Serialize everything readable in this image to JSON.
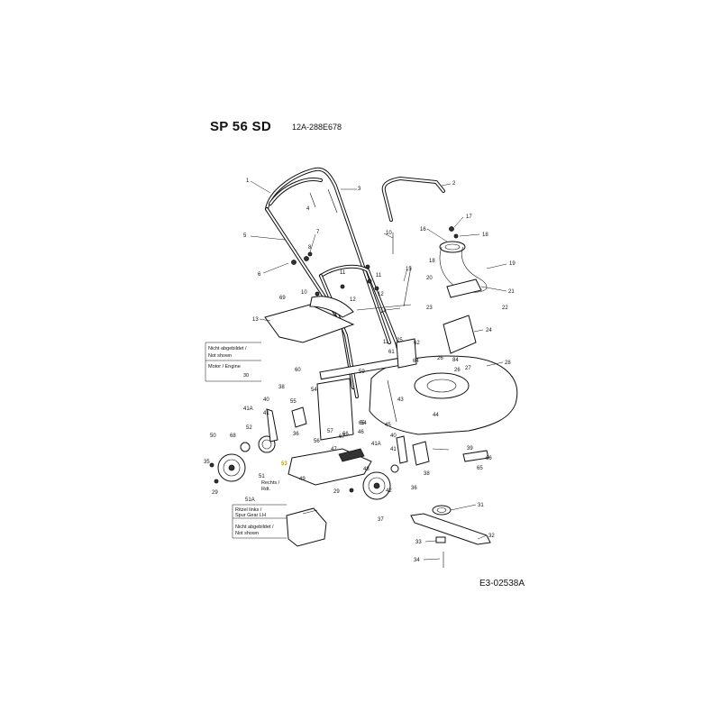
{
  "header": {
    "title": "SP 56 SD",
    "model": "12A-288E678"
  },
  "footer": {
    "doc_number": "E3-02538A"
  },
  "notes": {
    "not_shown_de": "Nicht abgebildet /",
    "not_shown_en": "Not shown",
    "motor": "Motor / Engine",
    "motor_ref": "30",
    "right_de": "Rechts /",
    "right_en": "Rdt.",
    "left_gear_de": "Ritzel links /",
    "left_gear_en": "Spur Gear LH",
    "not_shown2_de": "Nicht abgebildet /",
    "not_shown2_en": "Not shown"
  },
  "callouts": {
    "c1": "1",
    "c2": "2",
    "c3": "3",
    "c4": "4",
    "c5": "5",
    "c6": "6",
    "c7": "7",
    "c8": "8",
    "c10a": "10",
    "c10b": "10",
    "c11a": "11",
    "c11b": "11",
    "c11c": "11",
    "c12a": "12",
    "c12b": "12",
    "c13": "13",
    "c14": "14",
    "c15": "15",
    "c16": "16",
    "c17": "17",
    "c18a": "18",
    "c18b": "18",
    "c19": "19",
    "c20": "20",
    "c21": "21",
    "c22": "22",
    "c23": "23",
    "c24": "24",
    "c25": "25",
    "c26a": "26",
    "c26b": "26",
    "c27": "27",
    "c28": "28",
    "c29a": "29",
    "c29b": "29",
    "c31": "31",
    "c32": "32",
    "c33": "33",
    "c34": "34",
    "c35": "35",
    "c36a": "36",
    "c36b": "36",
    "c37": "37",
    "c38a": "38",
    "c38b": "38",
    "c39": "39",
    "c40a": "40",
    "c40b": "40",
    "c41a": "41",
    "c41b": "41",
    "c41Aa": "41A",
    "c41Ab": "41A",
    "c42": "42",
    "c43": "43",
    "c44": "44",
    "c45": "45",
    "c46": "46",
    "c47": "47",
    "c48": "48",
    "c49": "49",
    "c50": "50",
    "c51": "51",
    "c51A": "51A",
    "c52": "52",
    "c53": "53",
    "c54a": "54",
    "c54b": "54",
    "c55": "55",
    "c56": "56",
    "c57": "57",
    "c59": "59",
    "c60": "60",
    "c61": "61",
    "c62": "62",
    "c64": "64",
    "c65a": "65",
    "c65b": "65",
    "c66a": "66",
    "c66b": "66",
    "c67": "67",
    "c68": "68",
    "c69": "69",
    "c84": "84"
  }
}
